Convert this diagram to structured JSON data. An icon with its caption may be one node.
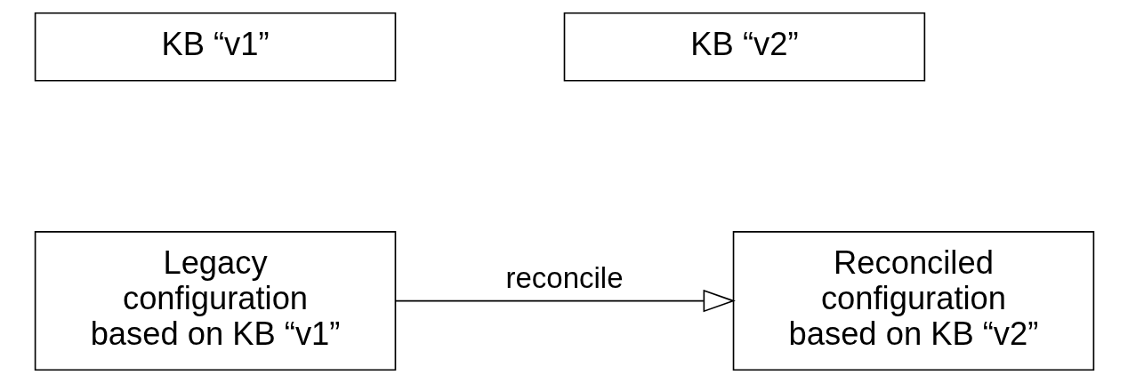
{
  "diagram": {
    "nodes": [
      {
        "text": [
          "KB “v1”"
        ]
      },
      {
        "text": [
          "KB “v2”"
        ]
      },
      {
        "text": [
          "Legacy configuration based on KB “v1”"
        ]
      },
      {
        "text": [
          "Reconciled configuration based on KB “v2”"
        ]
      }
    ],
    "edges": [
      {
        "from": 2,
        "to": 3,
        "arrow": "to",
        "label": "reconcile"
      }
    ]
  }
}
